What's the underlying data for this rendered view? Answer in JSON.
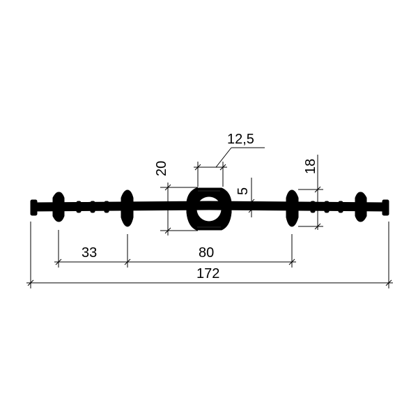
{
  "dimensions": {
    "overall_width": "172",
    "center_span": "80",
    "edge_to_rib": "33",
    "bulb_diameter": "12,5",
    "center_height": "20",
    "web_thickness": "5",
    "rib_height": "18"
  }
}
